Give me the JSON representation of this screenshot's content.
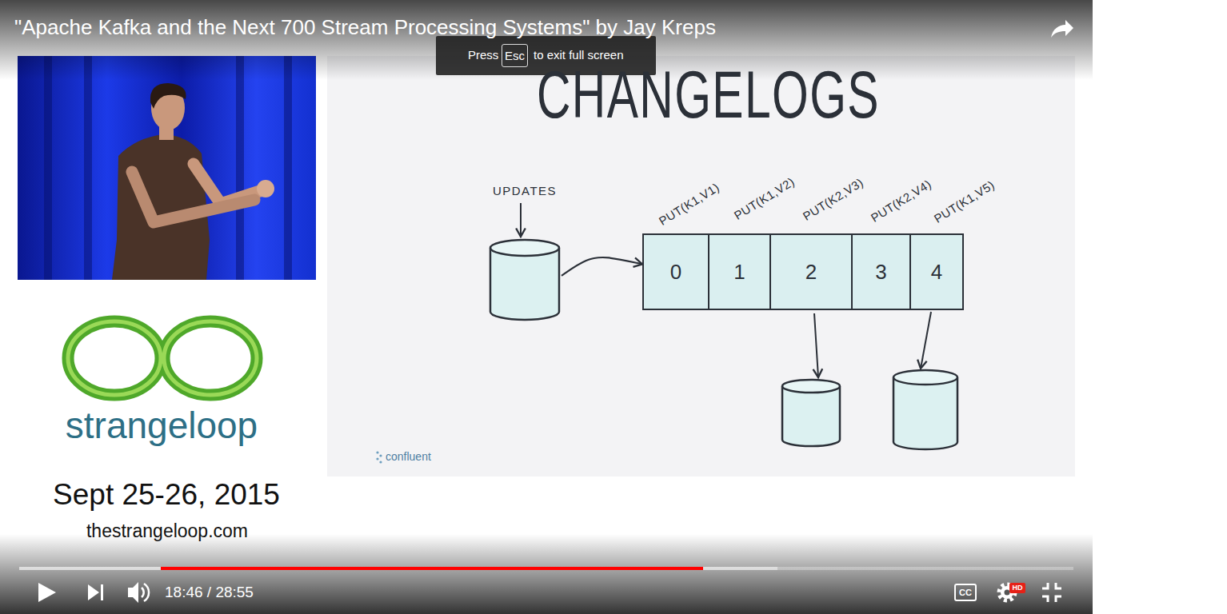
{
  "diagram": {
    "title": "CHANGELOGS",
    "nodes": [
      {
        "text": [
          "UPDATES"
        ]
      },
      {
        "text": [
          "PUT(K1,V1)",
          "0"
        ]
      },
      {
        "text": [
          "PUT(K1,V2)",
          "1"
        ]
      },
      {
        "text": [
          "PUT(K2,V3)",
          "2"
        ]
      },
      {
        "text": [
          "PUT(K2,V4)",
          "3"
        ]
      },
      {
        "text": [
          "PUT(K1,V5)",
          "4"
        ]
      }
    ],
    "edges": [
      {
        "from": 0,
        "to": 1,
        "arrow": "to"
      }
    ],
    "labels": [
      "\"Apache Kafka and the Next 700 Stream Processing Systems\" by Jay Kreps",
      "Press",
      "Esc",
      "to exit full screen",
      "confluent",
      "strangeloop",
      "Sept 25-26, 2015",
      "thestrangeloop.com",
      "18:46 / 28:55",
      "CC",
      "HD"
    ]
  }
}
